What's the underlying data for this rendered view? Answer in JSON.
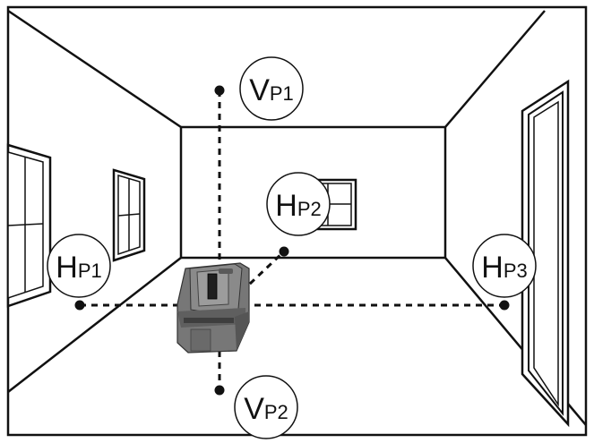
{
  "labels": {
    "vp1": {
      "main": "V",
      "sub": "P1"
    },
    "vp2": {
      "main": "V",
      "sub": "P2"
    },
    "hp1": {
      "main": "H",
      "sub": "P1"
    },
    "hp2": {
      "main": "H",
      "sub": "P2"
    },
    "hp3": {
      "main": "H",
      "sub": "P3"
    }
  },
  "colors": {
    "line": "#111111",
    "wall_fill": "#ffffff",
    "device_body": "#6f6f6f",
    "device_dark": "#4a4a4a",
    "device_light": "#9a9a9a"
  }
}
